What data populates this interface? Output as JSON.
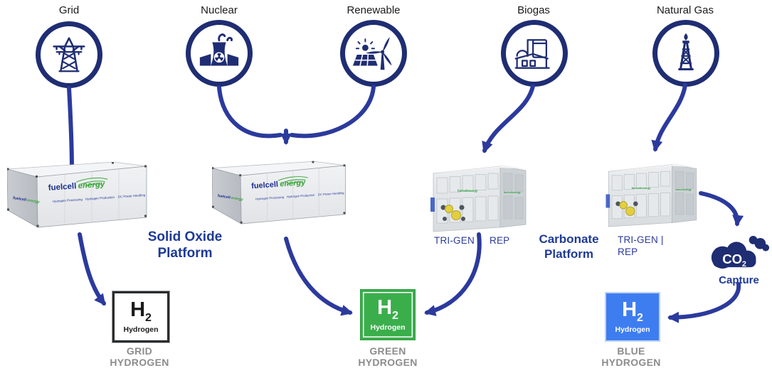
{
  "sources": [
    {
      "label": "Grid"
    },
    {
      "label": "Nuclear"
    },
    {
      "label": "Renewable"
    },
    {
      "label": "Biogas"
    },
    {
      "label": "Natural Gas"
    }
  ],
  "platforms": {
    "solid_oxide_line1": "Solid Oxide",
    "solid_oxide_line2": "Platform",
    "carbonate_line1": "Carbonate",
    "carbonate_line2": "Platform"
  },
  "container": {
    "brand_fuelcell": "fuelcell",
    "brand_energy": "energy",
    "brand_full": "fuelcellenergy",
    "feature_1": "Hydrogen Processing",
    "feature_2": "Hydrogen Production",
    "feature_3": "DC Power Handling"
  },
  "facility_captions": {
    "biogas_left": "TRI-GEN",
    "biogas_right": "REP",
    "natural_gas_line1": "TRI-GEN |",
    "natural_gas_line2": "REP"
  },
  "co2": {
    "formula": "CO",
    "formula_sub": "2",
    "caption": "Capture"
  },
  "outputs": {
    "grid": {
      "symbol": "H",
      "symbol_sub": "2",
      "unit_name": "Hydrogen",
      "label_line1": "GRID",
      "label_line2": "HYDROGEN"
    },
    "green": {
      "symbol": "H",
      "symbol_sub": "2",
      "unit_name": "Hydrogen",
      "label_line1": "GREEN",
      "label_line2": "HYDROGEN"
    },
    "blue": {
      "symbol": "H",
      "symbol_sub": "2",
      "unit_name": "Hydrogen",
      "label_line1": "BLUE",
      "label_line2": "HYDROGEN"
    }
  },
  "colors": {
    "icon_navy": "#1f2d73",
    "arrow_blue": "#2b3a9c",
    "platform_text": "#1e3a96",
    "green_hydrogen": "#3bae4c",
    "blue_hydrogen": "#3d7df0",
    "label_gray": "#8c8c8c",
    "brand_blue": "#1b2f8f",
    "brand_green": "#3aa53c"
  }
}
